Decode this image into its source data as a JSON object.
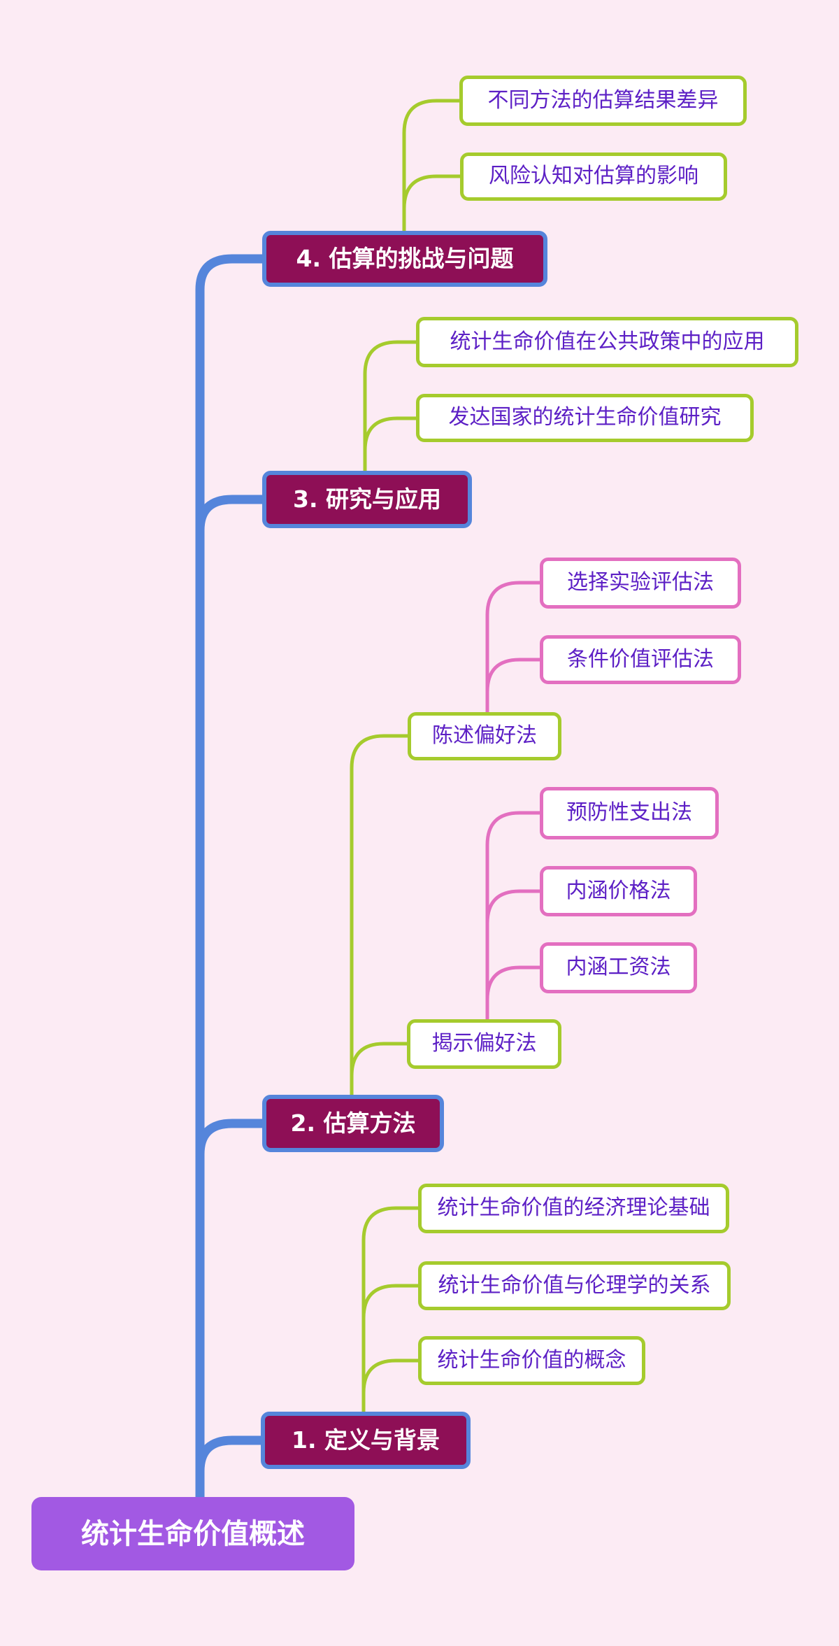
{
  "app": {
    "type": "mindmap-canvas"
  },
  "colors": {
    "canvas_background": "#fcebf4",
    "spine_blue": "#5585db",
    "branch_node_fill": "#8e0f56",
    "branch_node_border": "#5585db",
    "branch_node_text": "#ffffff",
    "leaf_node_fill": "#ffffff",
    "leaf_border_green": "#a5cb2d",
    "leaf_border_pink": "#e36fc0",
    "leaf_text_purple": "#5c1fc5",
    "root_node_fill": "#a259e3",
    "root_node_text": "#ffffff"
  },
  "mindmap": {
    "root": {
      "label": "统计生命价值概述"
    },
    "branches": [
      {
        "label": "4. 估算的挑战与问题",
        "children": [
          {
            "label": "不同方法的估算结果差异"
          },
          {
            "label": "风险认知对估算的影响"
          }
        ]
      },
      {
        "label": "3. 研究与应用",
        "children": [
          {
            "label": "统计生命价值在公共政策中的应用"
          },
          {
            "label": "发达国家的统计生命价值研究"
          }
        ]
      },
      {
        "label": "2. 估算方法",
        "children": [
          {
            "label": "陈述偏好法",
            "children": [
              {
                "label": "选择实验评估法"
              },
              {
                "label": "条件价值评估法"
              }
            ]
          },
          {
            "label": "揭示偏好法",
            "children": [
              {
                "label": "预防性支出法"
              },
              {
                "label": "内涵价格法"
              },
              {
                "label": "内涵工资法"
              }
            ]
          }
        ]
      },
      {
        "label": "1. 定义与背景",
        "children": [
          {
            "label": "统计生命价值的经济理论基础"
          },
          {
            "label": "统计生命价值与伦理学的关系"
          },
          {
            "label": "统计生命价值的概念"
          }
        ]
      }
    ]
  }
}
